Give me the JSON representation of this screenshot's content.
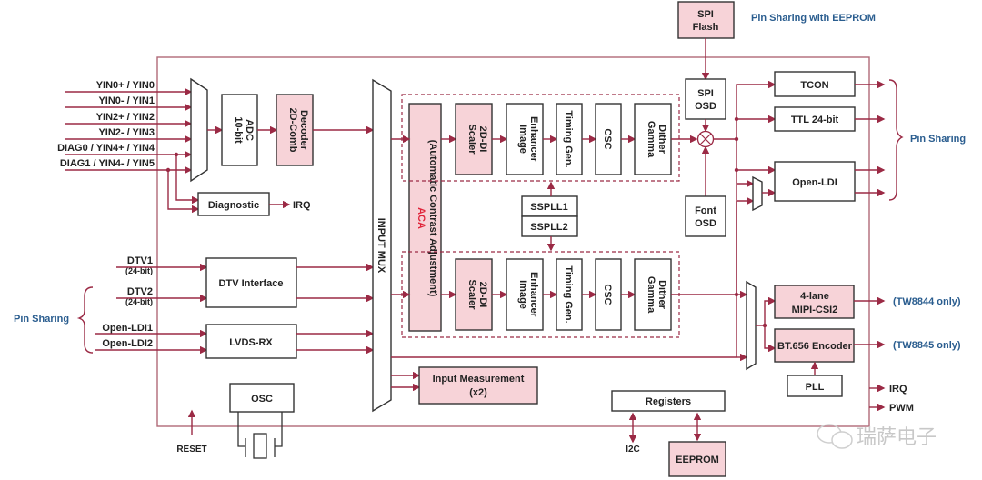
{
  "diagram": {
    "inputs": {
      "analog": [
        "YIN0+ / YIN0",
        "YIN0- / YIN1",
        "YIN2+ / YIN2",
        "YIN2- / YIN3",
        "DIAG0 / YIN4+ / YIN4",
        "DIAG1 / YIN4- / YIN5"
      ],
      "dtv1": "DTV1",
      "dtv1_sub": "(24-bit)",
      "dtv2": "DTV2",
      "dtv2_sub": "(24-bit)",
      "ldi1": "Open-LDI1",
      "ldi2": "Open-LDI2",
      "reset": "RESET",
      "i2c": "I2C"
    },
    "blocks": {
      "adc": [
        "10-bit",
        "ADC"
      ],
      "comb": [
        "2D-Comb",
        "Decoder"
      ],
      "diagnostic": "Diagnostic",
      "dtv_interface": "DTV Interface",
      "lvds_rx": "LVDS-RX",
      "osc": "OSC",
      "input_mux": "INPUT MUX",
      "aca_title": "ACA",
      "aca_desc": "(Automatic Contrast Adjustment)",
      "scaler": [
        "Scaler",
        "2D-DI"
      ],
      "image_enhancer": [
        "Image",
        "Enhancer"
      ],
      "timing_gen": "Timing Gen.",
      "csc": "CSC",
      "gamma": [
        "Gamma",
        "Dither"
      ],
      "sspll1": "SSPLL1",
      "sspll2": "SSPLL2",
      "input_measurement": [
        "Input Measurement",
        "(x2)"
      ],
      "registers": "Registers",
      "eeprom": "EEPROM",
      "spi_flash": [
        "SPI",
        "Flash"
      ],
      "spi_osd": [
        "SPI",
        "OSD"
      ],
      "font_osd": [
        "Font",
        "OSD"
      ],
      "tcon": "TCON",
      "ttl": "TTL 24-bit",
      "open_ldi": "Open-LDI",
      "mipi": [
        "4-lane",
        "MIPI-CSI2"
      ],
      "bt656": "BT.656 Encoder",
      "pll": "PLL"
    },
    "outputs": {
      "irq_diag": "IRQ",
      "irq": "IRQ",
      "pwm": "PWM",
      "tw8844": "(TW8844 only)",
      "tw8845": "(TW8845 only)"
    },
    "annotations": {
      "pin_sharing_left": "Pin Sharing",
      "pin_sharing_right": "Pin Sharing",
      "pin_sharing_eeprom": "Pin Sharing with EEPROM"
    },
    "watermark": "瑞萨电子",
    "colors": {
      "wire": "#9b2a45",
      "highlight_block": "#f7d3d8",
      "annotation_blue": "#2a5d8f",
      "aca_red": "#e0243a"
    }
  }
}
